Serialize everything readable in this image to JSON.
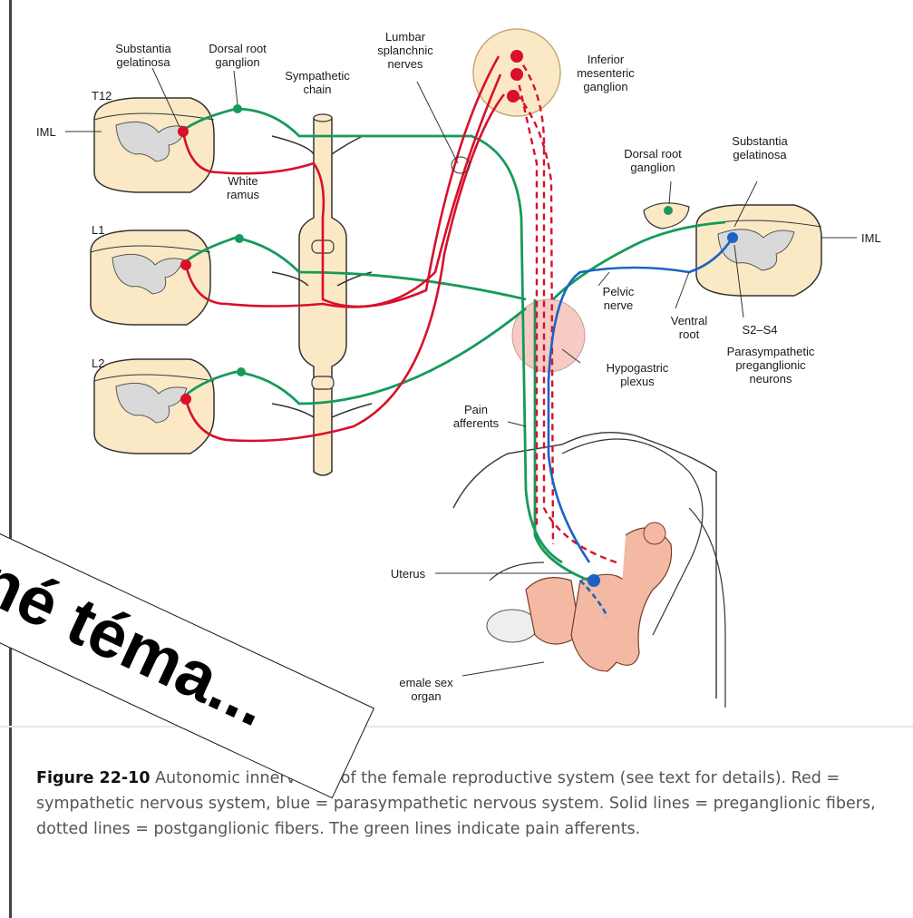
{
  "labels": {
    "substantia_gelatinosa_left": [
      "Substantia",
      "gelatinosa"
    ],
    "dorsal_root_ganglion_left": [
      "Dorsal root",
      "ganglion"
    ],
    "sympathetic_chain": [
      "Sympathetic",
      "chain"
    ],
    "lumbar_splanchnic": [
      "Lumbar",
      "splanchnic",
      "nerves"
    ],
    "inferior_mesenteric": [
      "Inferior",
      "mesenteric",
      "ganglion"
    ],
    "t12": "T12",
    "l1": "L1",
    "l2": "L2",
    "iml_left": "IML",
    "white_ramus": [
      "White",
      "ramus"
    ],
    "dorsal_root_ganglion_right": [
      "Dorsal root",
      "ganglion"
    ],
    "substantia_gelatinosa_right": [
      "Substantia",
      "gelatinosa"
    ],
    "iml_right": "IML",
    "pelvic_nerve": [
      "Pelvic",
      "nerve"
    ],
    "ventral_root": [
      "Ventral",
      "root"
    ],
    "s2_s4": "S2–S4",
    "parasympathetic": [
      "Parasympathetic",
      "preganglionic",
      "neurons"
    ],
    "hypogastric": [
      "Hypogastric",
      "plexus"
    ],
    "pain_afferents": [
      "Pain",
      "afferents"
    ],
    "uterus": "Uterus",
    "female_sex_organ": [
      "emale sex",
      "organ"
    ]
  },
  "caption": {
    "figure_label": "Figure 22-10",
    "text": " Autonomic innervation of the female reproductive system (see text for details). Red = sympathetic nervous system, blue = parasympathetic nervous system. Solid lines = preganglionic fibers, dotted lines = postganglionic fibers. The green lines indicate pain afferents."
  },
  "banner": {
    "text": "ané téma..."
  },
  "colors": {
    "sympathetic": "#d8102a",
    "parasympathetic": "#1a63c4",
    "pain": "#169a5a",
    "tissue": "#fbe9c6",
    "plexus": "#f6cbc4"
  }
}
